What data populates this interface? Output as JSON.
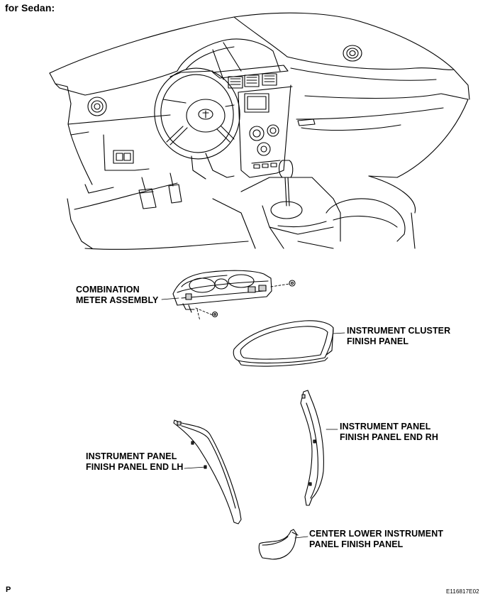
{
  "header": {
    "title": "for Sedan:"
  },
  "labels": {
    "combination_meter": [
      "COMBINATION",
      "METER ASSEMBLY"
    ],
    "cluster_finish": [
      "INSTRUMENT CLUSTER",
      "FINISH PANEL"
    ],
    "end_rh": [
      "INSTRUMENT PANEL",
      "FINISH PANEL END RH"
    ],
    "end_lh": [
      "INSTRUMENT PANEL",
      "FINISH PANEL END LH"
    ],
    "center_lower": [
      "CENTER LOWER INSTRUMENT",
      "PANEL FINISH PANEL"
    ]
  },
  "footer": {
    "left": "P",
    "right": "E116817E02"
  }
}
